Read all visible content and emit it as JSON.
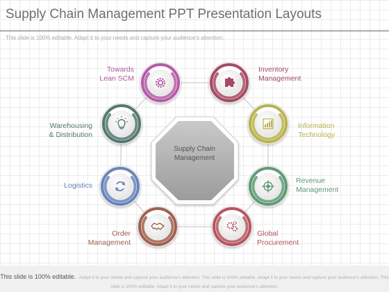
{
  "title": "Supply Chain Management PPT Presentation Layouts",
  "subtitle": "This slide is 100% editable. Adapt it to your needs and capture your audience's attention.",
  "center": {
    "line1": "Supply Chain",
    "line2": "Management"
  },
  "nodes": [
    {
      "line1": "Towards",
      "line2": "Lean SCM",
      "icon": "gear-icon",
      "color": "#b55aa6"
    },
    {
      "line1": "Inventory",
      "line2": "Management",
      "icon": "puzzle-icon",
      "color": "#a44a62"
    },
    {
      "line1": "Information",
      "line2": "Technology",
      "icon": "bar-chart-icon",
      "color": "#b8b24e"
    },
    {
      "line1": "Revenue",
      "line2": "Management",
      "icon": "target-icon",
      "color": "#5e9a76"
    },
    {
      "line1": "Global",
      "line2": "Procurement",
      "icon": "gears-icon",
      "color": "#b45660"
    },
    {
      "line1": "Order",
      "line2": "Management",
      "icon": "handshake-icon",
      "color": "#a0604e"
    },
    {
      "line1": "Logistics",
      "line2": "",
      "icon": "cycle-icon",
      "color": "#6a84b8"
    },
    {
      "line1": "Warehousing",
      "line2": "& Distribution",
      "icon": "lightbulb-icon",
      "color": "#557770"
    }
  ],
  "footer": {
    "bold": "This slide is 100% editable.",
    "rest": "Adapt it to your needs and capture your audience's attention. This slide is 100% editable. Adapt it to your needs and capture your audience's attention. This slide is 100% editable. Adapt it to your needs and capture your audience's attention."
  }
}
